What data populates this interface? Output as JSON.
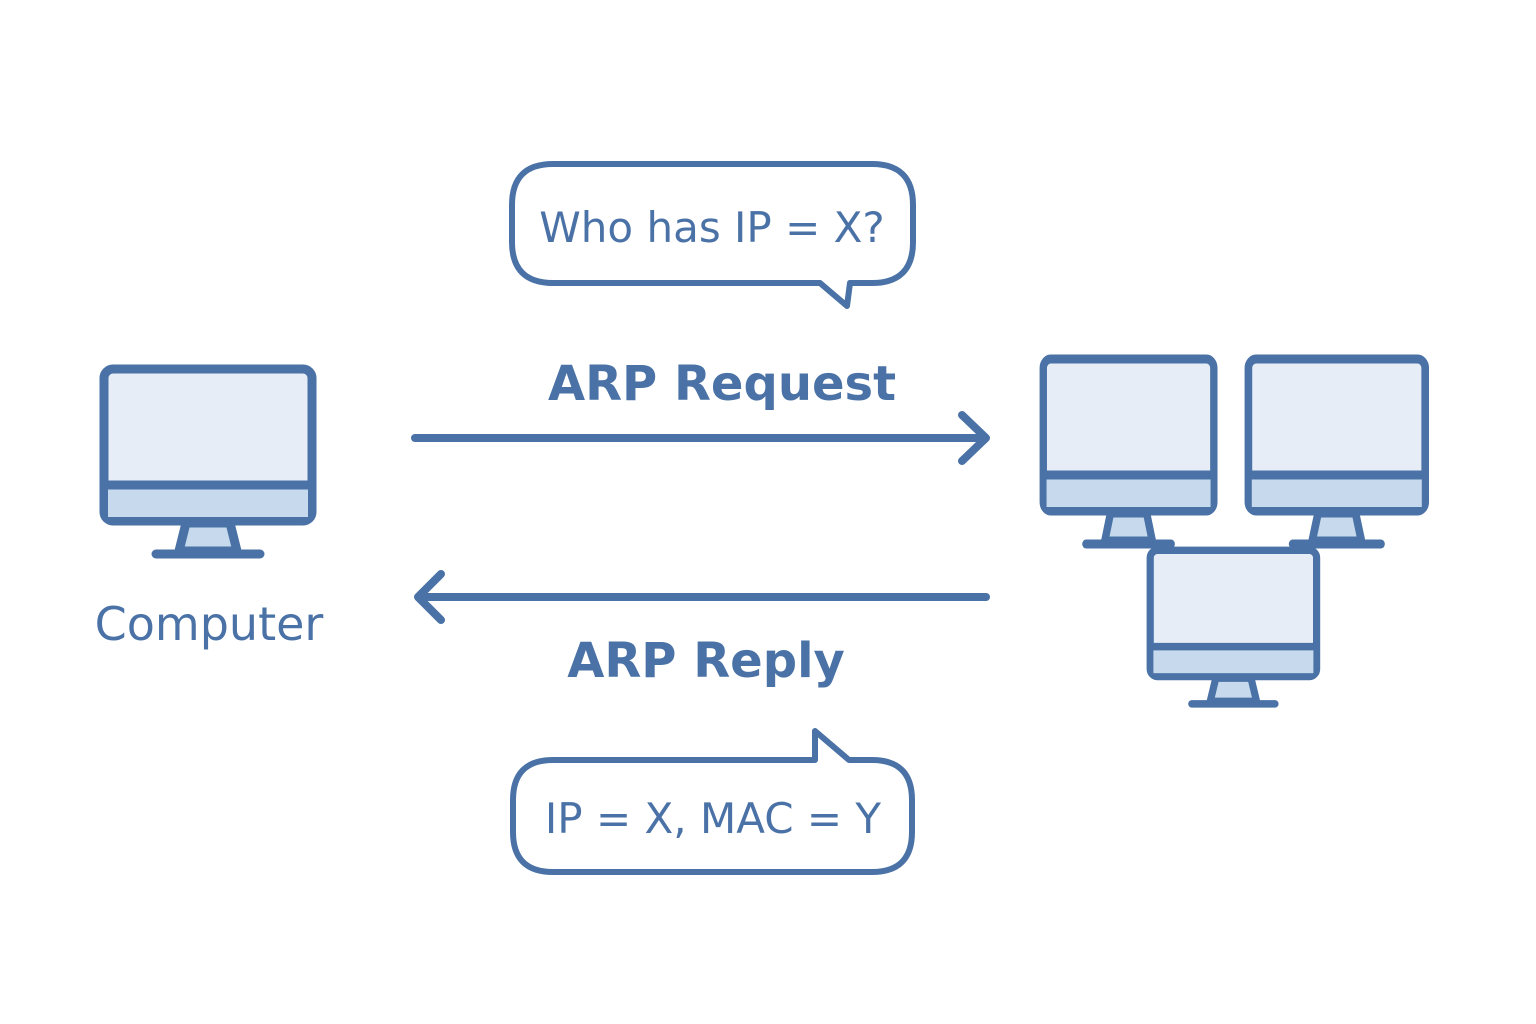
{
  "colors": {
    "stroke": "#4a72a6",
    "screen_fill": "#e6edf7",
    "accent_fill": "#c7d9ec",
    "background": "#ffffff"
  },
  "request": {
    "bubble_text": "Who has IP = X?",
    "label": "ARP Request"
  },
  "reply": {
    "bubble_text": "IP = X, MAC = Y",
    "label": "ARP Reply"
  },
  "computer": {
    "label": "Computer",
    "icon": "desktop-monitor-icon"
  },
  "network_hosts": {
    "icon": "desktop-monitor-icon",
    "count": 3
  }
}
